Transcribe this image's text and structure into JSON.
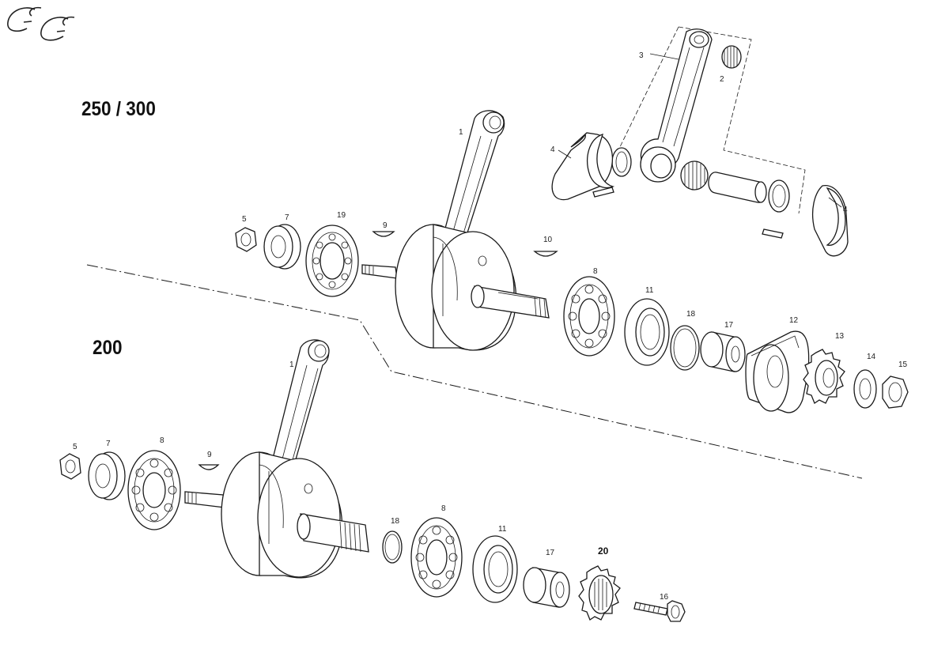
{
  "logo": {
    "text": "GG"
  },
  "headings": {
    "upper": "250 / 300",
    "lower": "200"
  },
  "labels": {
    "upper": {
      "l1": "1",
      "l2": "2",
      "l3": "3",
      "l4a": "4",
      "l4b": "4",
      "l5": "5",
      "l7": "7",
      "l19": "19",
      "l9": "9",
      "l10": "10",
      "l8": "8",
      "l11": "11",
      "l18": "18",
      "l17": "17",
      "l12": "12",
      "l13": "13",
      "l14": "14",
      "l15": "15"
    },
    "lower": {
      "l1": "1",
      "l5": "5",
      "l7": "7",
      "l8a": "8",
      "l9": "9",
      "l18": "18",
      "l8b": "8",
      "l11": "11",
      "l17": "17",
      "l20": "20",
      "l16": "16"
    }
  }
}
